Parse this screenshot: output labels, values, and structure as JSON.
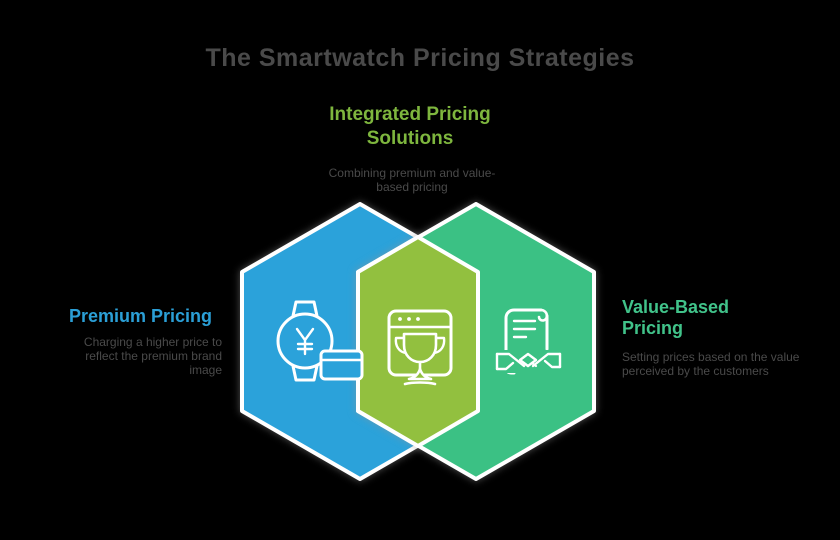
{
  "title": "The Smartwatch Pricing Strategies",
  "center": {
    "label_line1": "Integrated Pricing",
    "label_line2": "Solutions",
    "description": "Combining premium and value-based pricing"
  },
  "left": {
    "label": "Premium Pricing",
    "description": "Charging a higher price to reflect the premium brand image"
  },
  "right": {
    "label_line1": "Value-Based",
    "label_line2": "Pricing",
    "description": "Setting prices based on the value perceived by the customers"
  },
  "icons": {
    "left": "smartwatch-payment-icon",
    "center": "trophy-browser-icon",
    "right": "contract-handshake-icon"
  },
  "colors": {
    "background": "#000000",
    "hex_blue": "#2ba2da",
    "hex_emerald": "#3bc184",
    "hex_olive": "#92c03f",
    "stroke_white": "#ffffff",
    "label_blue": "#2b9fd6",
    "label_green": "#7eb63e",
    "label_emerald": "#41c38a",
    "text_dark": "#4a4a4a"
  }
}
